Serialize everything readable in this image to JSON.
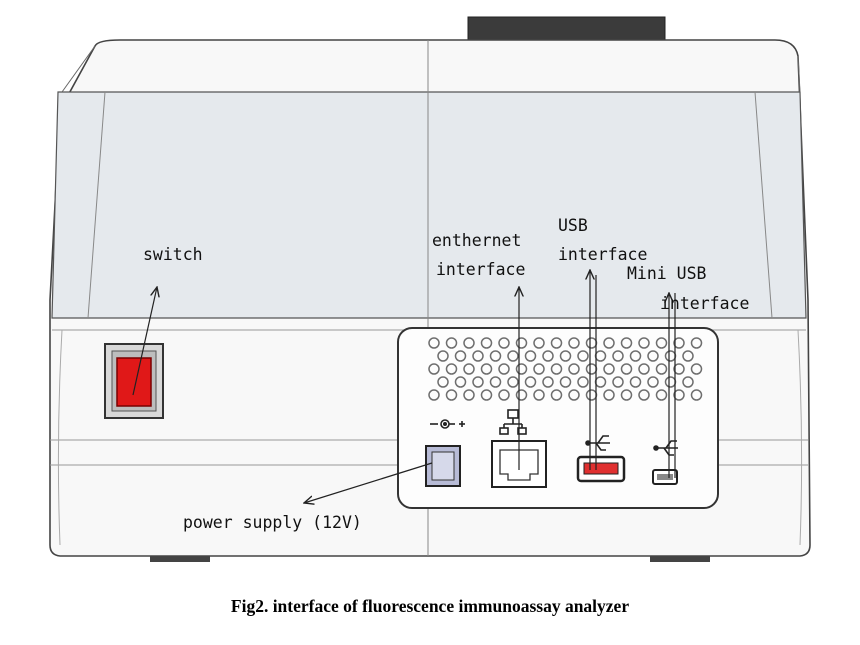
{
  "labels": {
    "switch": "switch",
    "ethernet_line1": "enthernet",
    "ethernet_line2": "interface",
    "usb_line1": "USB",
    "usb_line2": "interface",
    "mini_usb_line1": "Mini USB",
    "mini_usb_line2": "interface",
    "power": "power supply (12V)"
  },
  "caption": "Fig2. interface of fluorescence immunoassay analyzer",
  "colors": {
    "switch_red": "#e01818",
    "body_fill": "#f7f7f7",
    "upper_panel_fill": "#e6eaee",
    "outline": "#555555",
    "vent_holes": "#6e6e6e"
  },
  "icons": [
    "dc-polarity-icon",
    "network-icon",
    "usb-icon",
    "mini-usb-icon"
  ]
}
